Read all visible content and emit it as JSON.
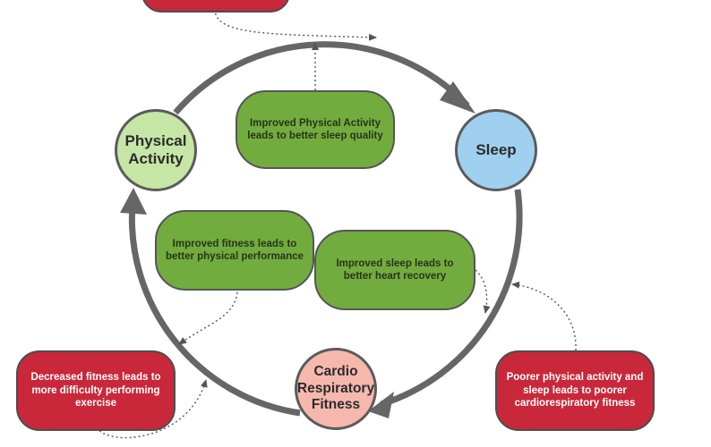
{
  "nodes": {
    "physical_activity": "Physical\nActivity",
    "sleep": "Sleep",
    "cardio_fitness": "Cardio\nRespiratory\nFitness"
  },
  "boxes": {
    "activity_sleep": "Improved Physical Activity\nleads to better sleep quality",
    "fitness_performance": "Improved fitness leads to\nbetter physical performance",
    "sleep_heart": "Improved sleep leads to\nbetter heart recovery",
    "decreased_fitness": "Decreased fitness leads to\nmore difficulty performing\nexercise",
    "poorer_activity": "Poorer physical activity and\nsleep leads to poorer\ncardiorespiratory fitness"
  },
  "colors": {
    "positive_box": "#73ac3e",
    "negative_box": "#c9283a",
    "physical_activity_node": "#c6e6a6",
    "sleep_node": "#9fd0f0",
    "cardio_node": "#f6b8ad",
    "cycle_arrow": "#666666"
  }
}
